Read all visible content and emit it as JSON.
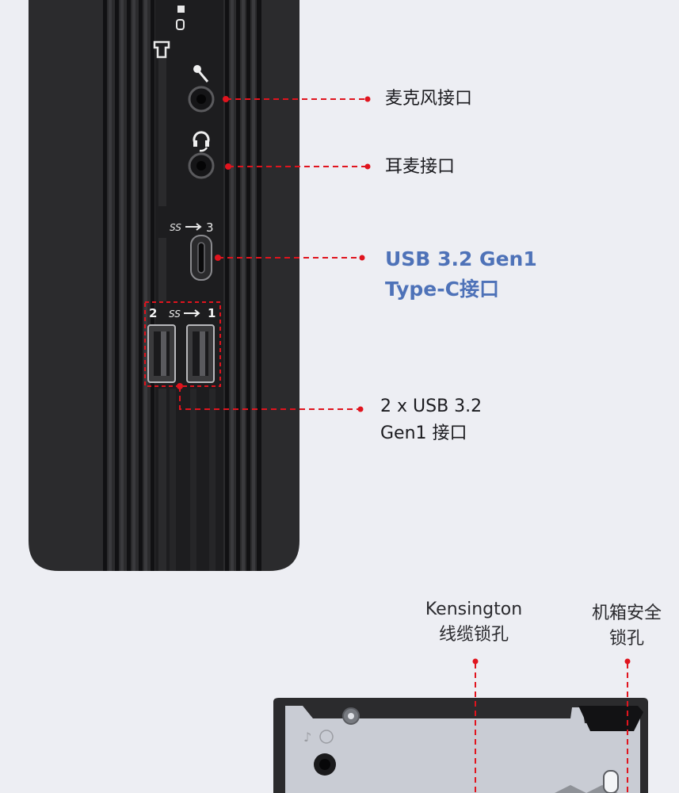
{
  "ports": {
    "mic_icon": "microphone-icon",
    "headset_icon": "headset-icon",
    "usb_ss_symbol": "usb-superspeed-icon",
    "port_number_c": "3",
    "port_number_a_left": "2",
    "port_number_a_right": "1"
  },
  "labels": {
    "mic": "麦克风接口",
    "headset": "耳麦接口",
    "usbc_line1": "USB 3.2 Gen1",
    "usbc_line2": "Type-C接口",
    "usba_line1": "2 x USB 3.2",
    "usba_line2": "Gen1 接口",
    "kensington_line1": "Kensington",
    "kensington_line2": "线缆锁孔",
    "chassis_line1": "机箱安全",
    "chassis_line2": "锁孔"
  },
  "colors": {
    "background": "#edeef3",
    "device_body": "#2b2b2d",
    "callout": "#e0141e",
    "highlight_text": "#4e72b8"
  }
}
